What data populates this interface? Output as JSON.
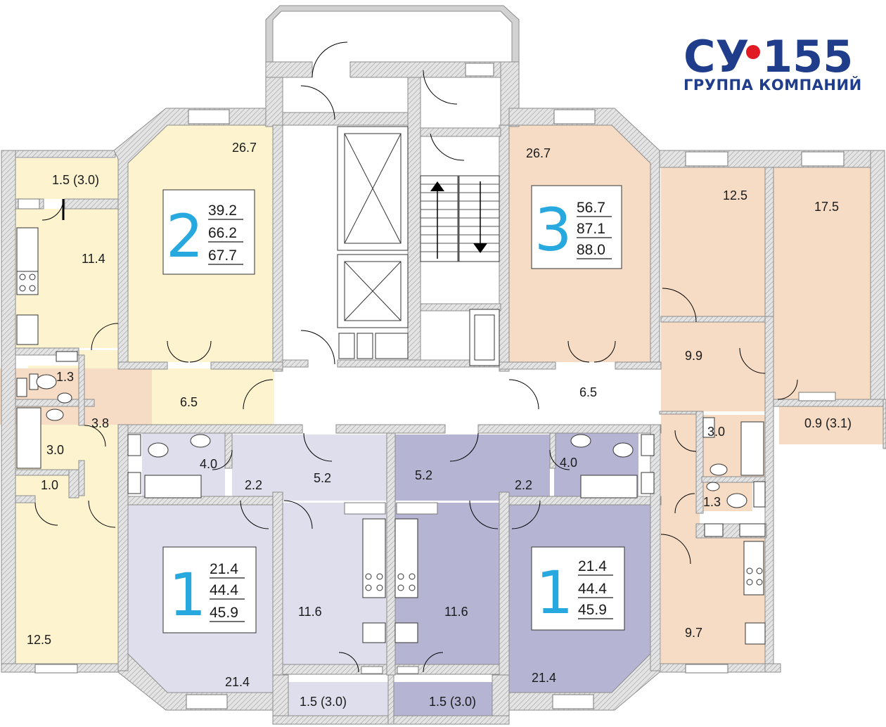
{
  "logo": {
    "brand_left": "СУ",
    "brand_right": "155",
    "subtitle": "ГРУППА КОМПАНИЙ"
  },
  "colors": {
    "apt2": "#fdf3cf",
    "apt3": "#f7dcc5",
    "apt1_left": "#dfdeec",
    "apt1_right": "#b5b4d3",
    "accent_number": "#27a8df",
    "logo_blue": "#1f3d8a",
    "logo_dot": "#e01b24"
  },
  "apartments": [
    {
      "rooms": "2",
      "living": "39.2",
      "total": "66.2",
      "total_with_balcony": "67.7"
    },
    {
      "rooms": "3",
      "living": "56.7",
      "total": "87.1",
      "total_with_balcony": "88.0"
    },
    {
      "rooms": "1",
      "living": "21.4",
      "total": "44.4",
      "total_with_balcony": "45.9"
    },
    {
      "rooms": "1",
      "living": "21.4",
      "total": "44.4",
      "total_with_balcony": "45.9"
    }
  ],
  "rooms": {
    "a2_loggia": "1.5 (3.0)",
    "a2_kitchen": "11.4",
    "a2_living": "26.7",
    "a2_wc": "1.3",
    "a2_hall": "6.5",
    "a2_corridor": "3.8",
    "a2_bath": "3.0",
    "a2_closet": "1.0",
    "a2_bedroom": "12.5",
    "a3_living": "26.7",
    "a3_bed1": "12.5",
    "a3_bed2": "17.5",
    "a3_corridor": "9.9",
    "a3_hall": "6.5",
    "a3_balcony": "0.9 (3.1)",
    "a3_bath": "3.0",
    "a3_wc": "1.3",
    "a3_kitchen": "9.7",
    "a1l_bath": "4.0",
    "a1l_lobby": "2.2",
    "a1l_hall": "5.2",
    "a1l_kitchen": "11.6",
    "a1l_room": "21.4",
    "a1l_loggia": "1.5 (3.0)",
    "a1r_hall": "5.2",
    "a1r_lobby": "2.2",
    "a1r_bath": "4.0",
    "a1r_kitchen": "11.6",
    "a1r_room": "21.4",
    "a1r_loggia": "1.5 (3.0)"
  }
}
